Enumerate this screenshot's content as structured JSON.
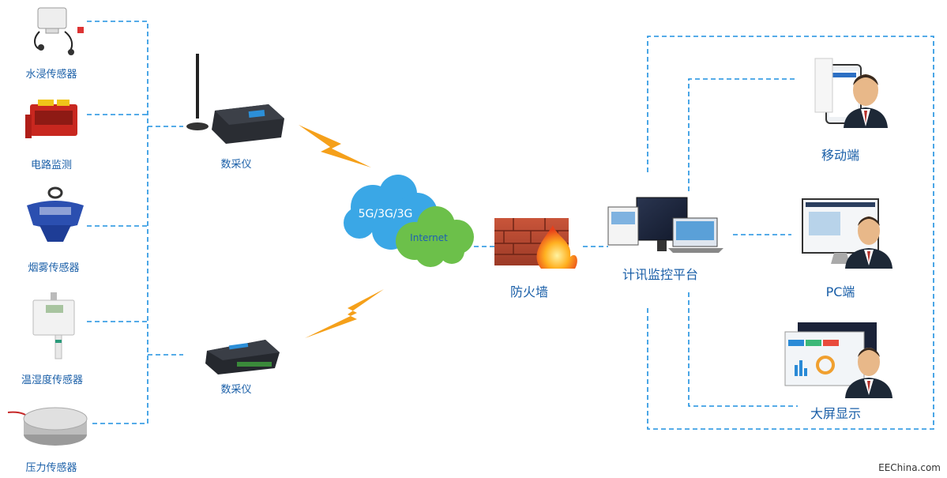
{
  "sensors": [
    {
      "label": "水浸传感器"
    },
    {
      "label": "电路监测"
    },
    {
      "label": "烟雾传感器"
    },
    {
      "label": "温湿度传感器"
    },
    {
      "label": "压力传感器"
    }
  ],
  "collectors": [
    {
      "label": "数采仪"
    },
    {
      "label": "数采仪"
    }
  ],
  "network": {
    "cloud_text": "5G/3G/3G",
    "internet_text": "Internet"
  },
  "firewall": {
    "label": "防火墙"
  },
  "platform": {
    "label": "计讯监控平台"
  },
  "clients": [
    {
      "label": "移动端"
    },
    {
      "label": "PC端"
    },
    {
      "label": "大屏显示"
    }
  ],
  "watermark": "EEChina.com",
  "colors": {
    "line": "#1e90e0",
    "label": "#1a5fa8",
    "bolt": "#f5a01a",
    "cloud_blue": "#3aa7e6",
    "cloud_green": "#6cc04a",
    "brick": "#b5412b"
  }
}
